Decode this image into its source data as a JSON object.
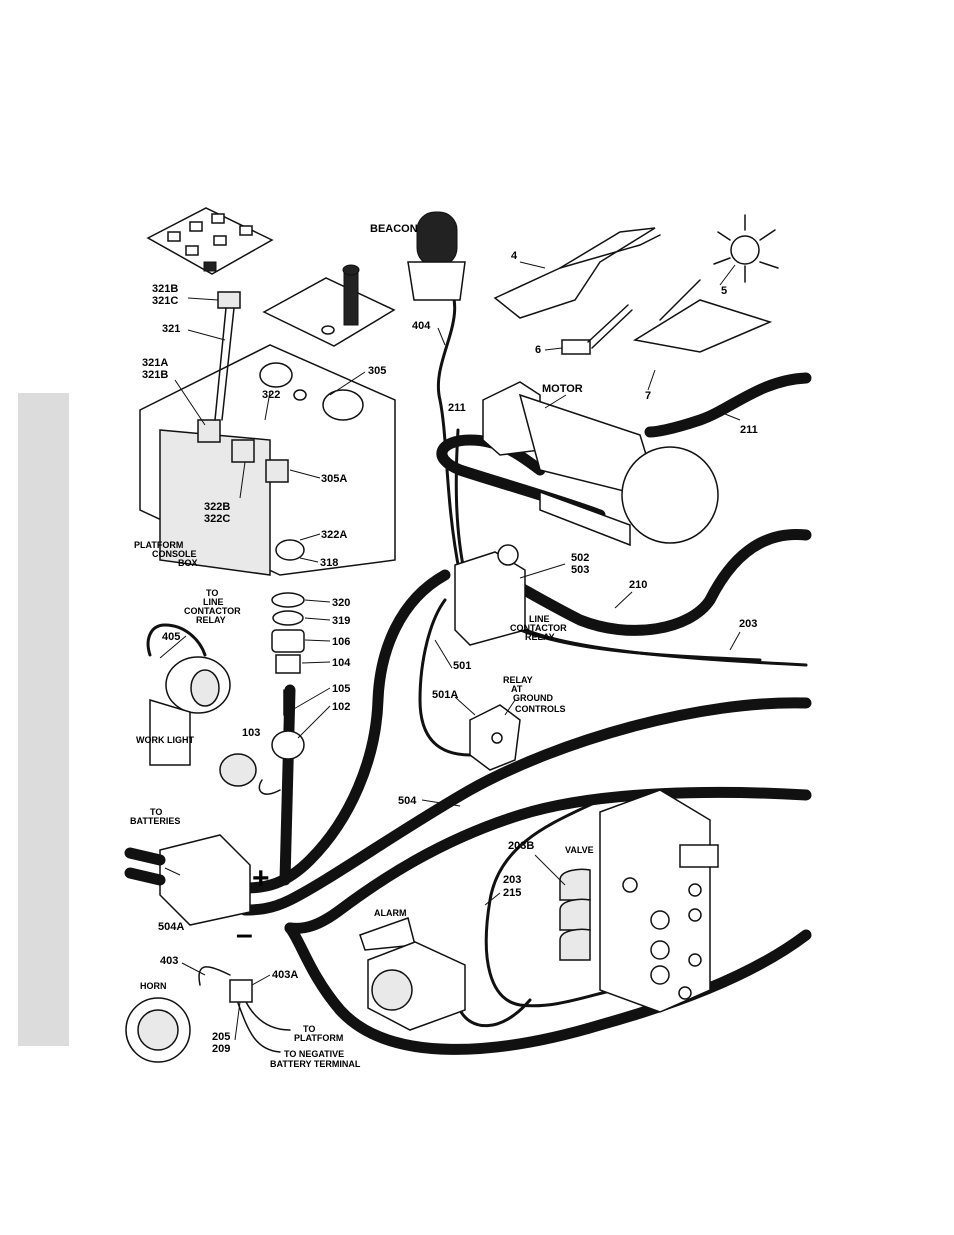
{
  "labels": {
    "beacon": "BEACON",
    "motor": "MOTOR",
    "p321b_c": [
      "321B",
      "321C"
    ],
    "p321": "321",
    "p321a_b": [
      "321A",
      "321B"
    ],
    "p322": "322",
    "p305": "305",
    "p305a": "305A",
    "p322b_c": [
      "322B",
      "322C"
    ],
    "p322a": "322A",
    "console_box": [
      "PLATFORM",
      "CONSOLE",
      "BOX"
    ],
    "p318": "318",
    "to_line_relay": [
      "TO",
      "LINE",
      "CONTACTOR",
      "RELAY"
    ],
    "p320": "320",
    "p319": "319",
    "p106": "106",
    "p104": "104",
    "p105": "105",
    "p102": "102",
    "p103": "103",
    "p405": "405",
    "work_light": "WORK LIGHT",
    "p4": "4",
    "p5": "5",
    "p6": "6",
    "p7": "7",
    "p404": "404",
    "p211_left": "211",
    "p211_right": "211",
    "p502_503": [
      "502",
      "503"
    ],
    "p210": "210",
    "line_contactor_relay": [
      "LINE",
      "CONTACTOR",
      "RELAY"
    ],
    "p203": "203",
    "p501": "501",
    "p501a": "501A",
    "relay_ground": [
      "RELAY",
      "AT",
      "GROUND",
      "CONTROLS"
    ],
    "p504": "504",
    "to_batteries": [
      "TO",
      "BATTERIES"
    ],
    "plus": "+",
    "minus": "–",
    "p504a": "504A",
    "p203b": "203B",
    "valve": "VALVE",
    "p203_215": [
      "203",
      "215"
    ],
    "alarm": "ALARM",
    "p403": "403",
    "p403a": "403A",
    "horn": "HORN",
    "p205_209": [
      "205",
      "209"
    ],
    "to_platform": [
      "TO",
      "PLATFORM"
    ],
    "to_neg_terminal": [
      "TO NEGATIVE",
      "BATTERY TERMINAL"
    ]
  },
  "colors": {
    "line": "#111111",
    "sidebar": "#dcdcdc",
    "background": "#ffffff"
  }
}
